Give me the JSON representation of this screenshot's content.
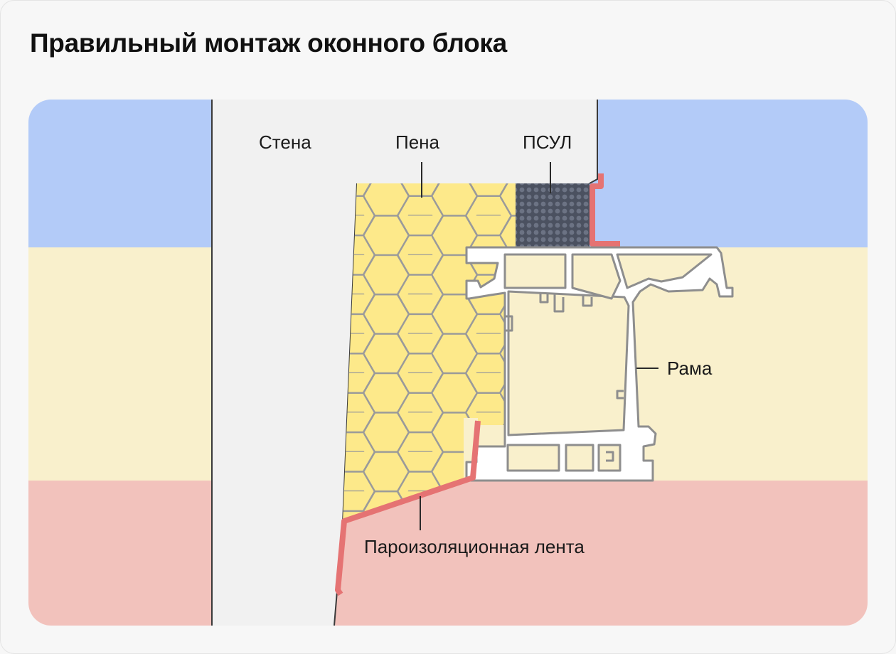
{
  "title": "Правильный монтаж оконного блока",
  "labels": {
    "wall": "Стена",
    "foam": "Пена",
    "psul": "ПСУЛ",
    "frame": "Рама",
    "vapor_tape": "Пароизоляционная лента"
  },
  "colors": {
    "outdoor_zone": "#b3cbf8",
    "middle_zone": "#f9f0cc",
    "indoor_zone": "#f2c2bc",
    "wall": "#f1f1f1",
    "foam": "#fde98a",
    "foam_cells": "#9a9a9a",
    "psul": "#4b5160",
    "tape": "#e57373",
    "frame": "#ffffff",
    "frame_stroke": "#8e8e8e"
  }
}
